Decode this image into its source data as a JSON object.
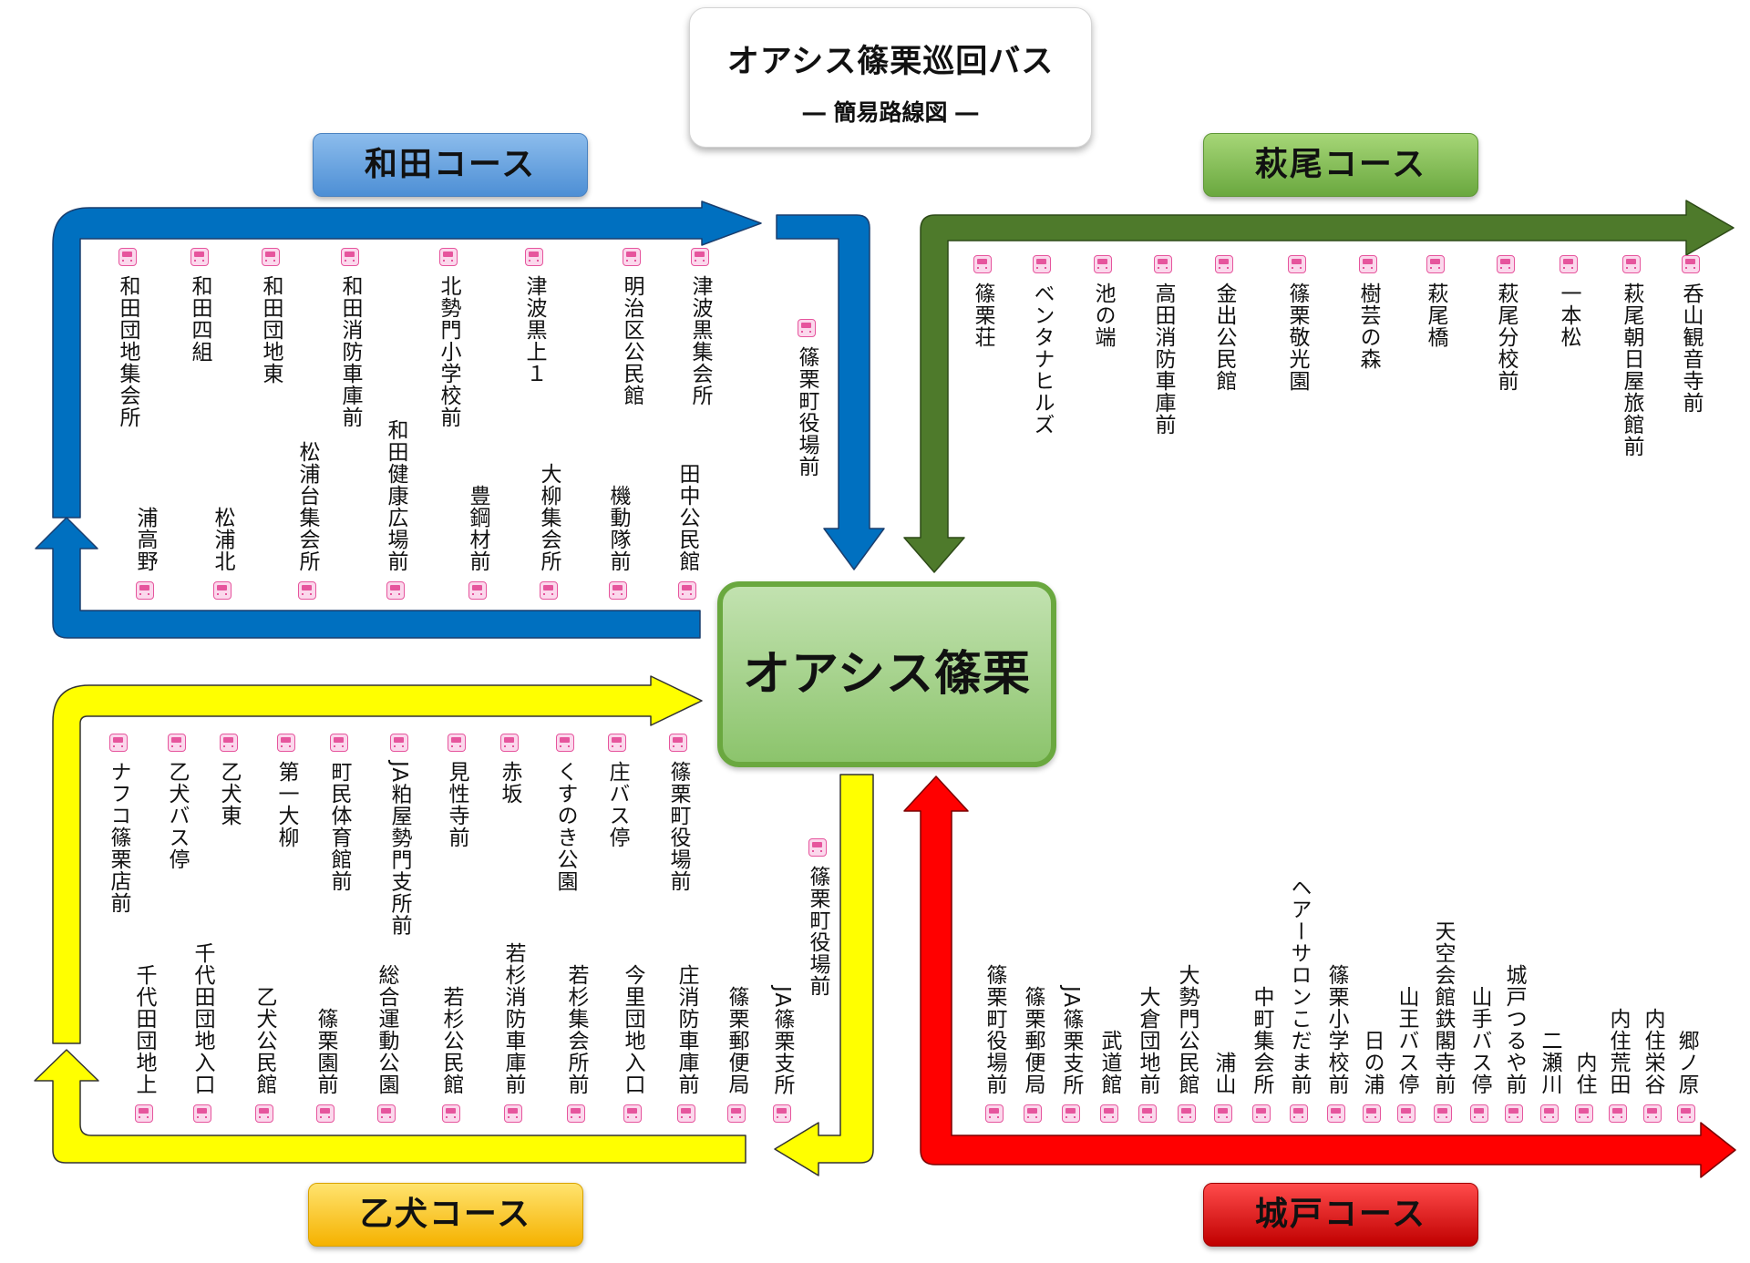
{
  "title": {
    "main": "オアシス篠栗巡回バス",
    "sub": "― 簡易路線図 ―"
  },
  "hub": {
    "label": "オアシス篠栗"
  },
  "courses": {
    "wada": "和田コース",
    "hagio": "萩尾コース",
    "otoinu": "乙犬コース",
    "kido": "城戸コース"
  },
  "colors": {
    "wada": "#0070c0",
    "hagio": "#4e7a2b",
    "otoinu": "#ffff00",
    "kido": "#ff0000",
    "hub_border": "#6aa83f",
    "bus_icon": "#e6559d"
  },
  "icons": {
    "bus_stop": "bus-stop-icon"
  },
  "wada_top": [
    "和田団地集会所",
    "和田四組",
    "和田団地東",
    "和田消防車庫前",
    "北勢門小学校前",
    "津波黒上１",
    "明治区公民館",
    "津波黒集会所"
  ],
  "wada_connector": [
    "篠栗町役場前"
  ],
  "wada_bottom": [
    "浦高野",
    "松浦北",
    "松浦台集会所",
    "和田健康広場前",
    "豊鋼材前",
    "大柳集会所",
    "機動隊前",
    "田中公民館"
  ],
  "hagio": [
    "篠栗荘",
    "ベンタナヒルズ",
    "池の端",
    "高田消防車庫前",
    "金出公民館",
    "篠栗敬光園",
    "樹芸の森",
    "萩尾橋",
    "萩尾分校前",
    "一本松",
    "萩尾朝日屋旅館前",
    "呑山観音寺前"
  ],
  "otoinu_top": [
    "ナフコ篠栗店前",
    "乙犬バス停",
    "乙犬東",
    "第一大柳",
    "町民体育館前",
    "JA粕屋勢門支所前",
    "見性寺前",
    "赤坂",
    "くすのき公園",
    "庄バス停",
    "篠栗町役場前"
  ],
  "otoinu_connector": [
    "篠栗町役場前"
  ],
  "otoinu_bottom": [
    "千代田団地上",
    "千代田団地入口",
    "乙犬公民館",
    "篠栗園前",
    "総合運動公園",
    "若杉公民館",
    "若杉消防車庫前",
    "若杉集会所前",
    "今里団地入口",
    "庄消防車庫前",
    "篠栗郵便局",
    "JA篠栗支所"
  ],
  "kido": [
    "篠栗町役場前",
    "篠栗郵便局",
    "JA篠栗支所",
    "武道館",
    "大倉団地前",
    "大勢門公民館",
    "浦山",
    "中町集会所",
    "ヘアーサロンこだま前",
    "篠栗小学校前",
    "日の浦",
    "山王バス停",
    "天空会館鉄閣寺前",
    "山手バス停",
    "城戸つるや前",
    "二瀬川",
    "内住",
    "内住荒田",
    "内住栄谷",
    "郷ノ原"
  ]
}
